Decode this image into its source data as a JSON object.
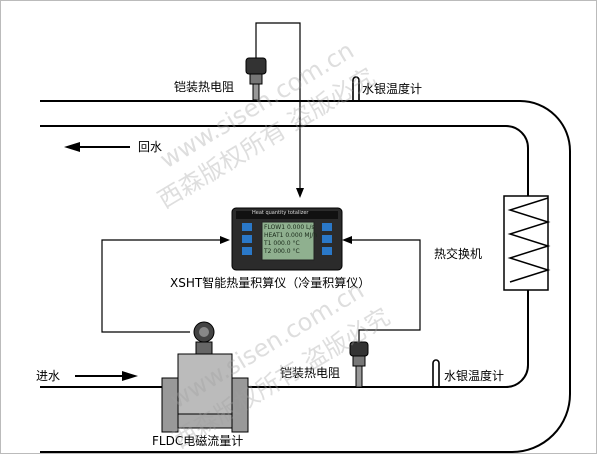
{
  "labels": {
    "sensor_top": "铠装热电阻",
    "thermo_top": "水银温度计",
    "return_water": "回水",
    "heat_exchanger": "热交换机",
    "calculator": "XSHT智能热量积算仪（冷量积算仪）",
    "sensor_bottom": "铠装热电阻",
    "thermo_bottom": "水银温度计",
    "inlet_water": "进水",
    "flowmeter": "FLDC电磁流量计"
  },
  "device": {
    "brand": "Heat quantity totalizer",
    "screen_lines": [
      "FLOW1 0.000 L/s",
      "HEAT1 0.000 MJ/h",
      "T1 000.0 °C",
      "T2 000.0 °C"
    ]
  },
  "watermarks": [
    "西森版权所有 盗版必究",
    "www.sisen.com.cn"
  ],
  "colors": {
    "line": "#000000",
    "watermark": "#a0a0a0",
    "screen": "#8fb08f",
    "button": "#2a78c8"
  }
}
